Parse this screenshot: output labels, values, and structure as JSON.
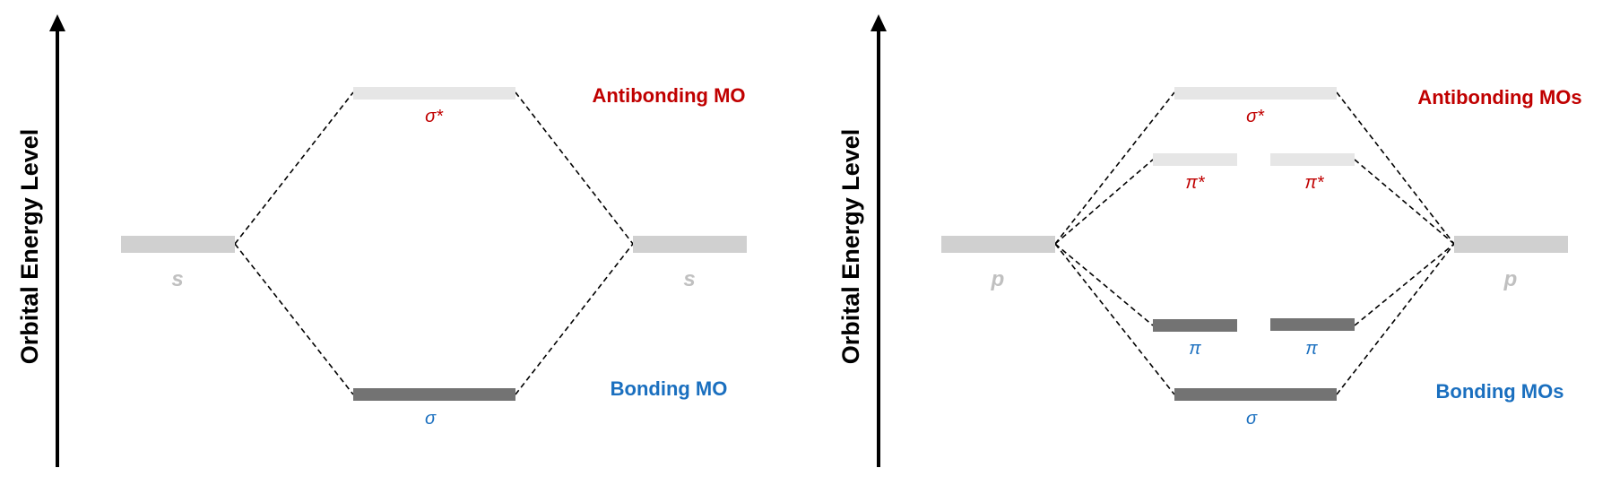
{
  "colors": {
    "axis": "#000000",
    "bonding": "#737373",
    "antibonding": "#e6e6e6",
    "atomic": "#d0d0d0",
    "atomic_label": "#c0c0c0",
    "bonding_text": "#1a6fbf",
    "antibonding_text": "#c00000",
    "connector": "#000000"
  },
  "diagrams": [
    {
      "axis_label": "Orbital Energy Level",
      "left_atomic_label": "s",
      "right_atomic_label": "s",
      "antibonding_title": "Antibonding MO",
      "bonding_title": "Bonding MO",
      "sigma_star_label": "σ*",
      "sigma_label": "σ"
    },
    {
      "axis_label": "Orbital Energy Level",
      "left_atomic_label": "p",
      "right_atomic_label": "p",
      "antibonding_title": "Antibonding MOs",
      "bonding_title": "Bonding MOs",
      "sigma_star_label": "σ*",
      "pi_star_left_label": "π*",
      "pi_star_right_label": "π*",
      "pi_left_label": "π",
      "pi_right_label": "π",
      "sigma_label": "σ"
    }
  ]
}
